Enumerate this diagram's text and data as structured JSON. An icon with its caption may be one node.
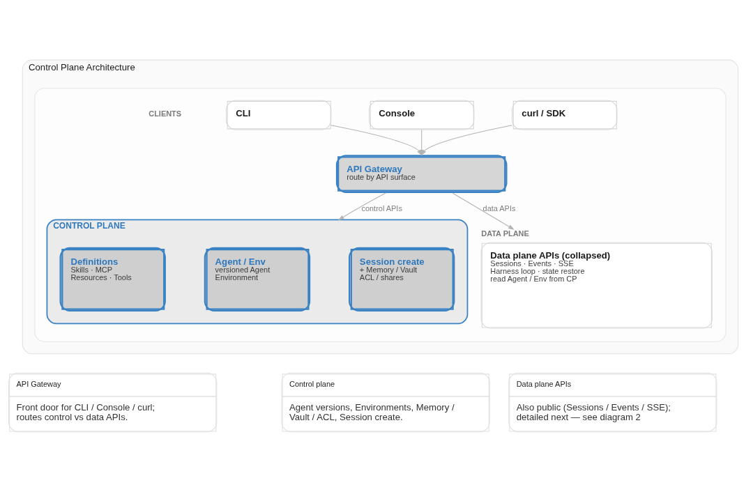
{
  "diagram": {
    "nodes": [
      {
        "text": [
          "Control Plane Architecture"
        ]
      },
      {
        "text": [],
        "shape": "box",
        "in": 0
      },
      {
        "text": [
          "CLI"
        ],
        "in": 1
      },
      {
        "text": [
          "Console"
        ],
        "in": 1
      },
      {
        "text": [
          "curl / SDK"
        ],
        "in": 1
      },
      {
        "text": [
          "API Gateway",
          "route by API surface"
        ],
        "in": 1
      },
      {
        "text": [
          "CONTROL PLANE"
        ],
        "in": 1
      },
      {
        "text": [
          "Definitions",
          "Skills · MCP",
          "Resources · Tools"
        ],
        "in": 6
      },
      {
        "text": [
          "Agent / Env",
          "versioned Agent",
          "Environment"
        ],
        "in": 6
      },
      {
        "text": [
          "Session create",
          "+ Memory / Vault",
          "ACL / shares"
        ],
        "in": 6
      },
      {
        "text": [
          "DATA PLANE",
          "Data plane APIs (collapsed)",
          "Sessions · Events · SSE",
          "Harness loop · state restore",
          "read Agent / Env from CP"
        ],
        "in": 1
      },
      {
        "text": [
          "API Gateway",
          "Front door for CLI / Console / curl; routes control vs data APIs."
        ]
      },
      {
        "text": [
          "Control plane",
          "Agent versions, Environments, Memory / Vault / ACL, Session create."
        ]
      },
      {
        "text": [
          "Data plane APIs",
          "Also public (Sessions / Events / SSE); detailed next — see diagram 2"
        ]
      }
    ],
    "edges": [
      {
        "from": 2,
        "to": 5,
        "arrow": "to"
      },
      {
        "from": 3,
        "to": 5,
        "arrow": "to"
      },
      {
        "from": 4,
        "to": 5,
        "arrow": "to"
      },
      {
        "from": 5,
        "to": 6,
        "arrow": "to",
        "label": "control APIs"
      },
      {
        "from": 5,
        "to": 10,
        "arrow": "to",
        "label": "data APIs"
      }
    ],
    "labels": [
      "CLIENTS"
    ]
  }
}
